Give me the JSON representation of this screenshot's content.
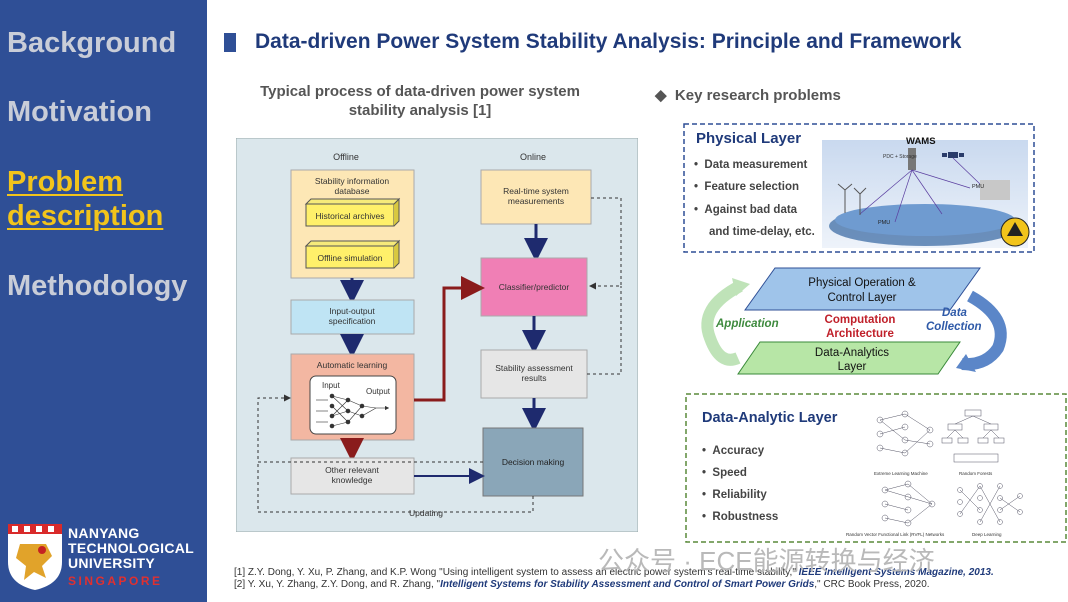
{
  "sidebar": {
    "items": [
      "Background",
      "Motivation",
      "Problem description",
      "Methodology"
    ],
    "active": "Problem description",
    "logo": {
      "line1": "NANYANG",
      "line2": "TECHNOLOGICAL",
      "line3": "UNIVERSITY",
      "line4": "SINGAPORE"
    }
  },
  "title": "Data-driven Power System Stability Analysis: Principle and Framework",
  "left_caption": "Typical process of data-driven power system stability analysis [1]",
  "flow": {
    "offline_label": "Offline",
    "online_label": "Online",
    "stability_db": "Stability information database",
    "historical": "Historical archives",
    "offline_sim": "Offline simulation",
    "io_spec": "Input-output specification",
    "auto_learning": "Automatic learning",
    "input": "Input",
    "output": "Output",
    "other_knowledge": "Other relevant knowledge",
    "realtime": "Real-time system measurements",
    "classifier": "Classifier/predictor",
    "stability_results": "Stability assessment results",
    "decision": "Decision making",
    "updating": "Updating"
  },
  "right": {
    "heading": "Key research problems",
    "physical_layer": {
      "title": "Physical Layer",
      "bullets": [
        "Data measurement",
        "Feature selection",
        "Against bad data",
        "and time-delay, etc."
      ],
      "wams": "WAMS",
      "pdc": "PDC + Storage",
      "pmu": "PMU"
    },
    "cycle": {
      "physical_op": "Physical Operation & Control Layer",
      "application": "Application",
      "data_collection": "Data Collection",
      "computation": "Computation Architecture",
      "data_analytics": "Data-Analytics Layer"
    },
    "analytic_layer": {
      "title": "Data-Analytic Layer",
      "bullets": [
        "Accuracy",
        "Speed",
        "Reliability",
        "Robustness"
      ],
      "fig1": "Extreme Learning Machine",
      "fig2": "Random Forests",
      "fig3": "Random Vector Functional Link (RVFL) Networks",
      "fig4": "Deep Learning"
    }
  },
  "refs": {
    "r1_pre": "[1] Z.Y. Dong, Y. Xu, P. Zhang, and K.P. Wong \"Using intelligent system to assess an electric power system's real-time stability,\"",
    "r1_journal": "IEEE Intelligent Systems Magazine, 2013.",
    "r2_pre": "[2] Y. Xu, Y. Zhang, Z.Y. Dong, and R. Zhang, \"",
    "r2_title": "Intelligent Systems for Stability Assessment and Control of Smart Power Grids",
    "r2_post": ",\" CRC Book Press, 2020."
  },
  "watermark": "公众号 · ECE能源转换与经济",
  "colors": {
    "sidebar": "#2f4f96",
    "active": "#f2c41b",
    "nav": "#c9cdd8",
    "title": "#1f3a7a"
  }
}
